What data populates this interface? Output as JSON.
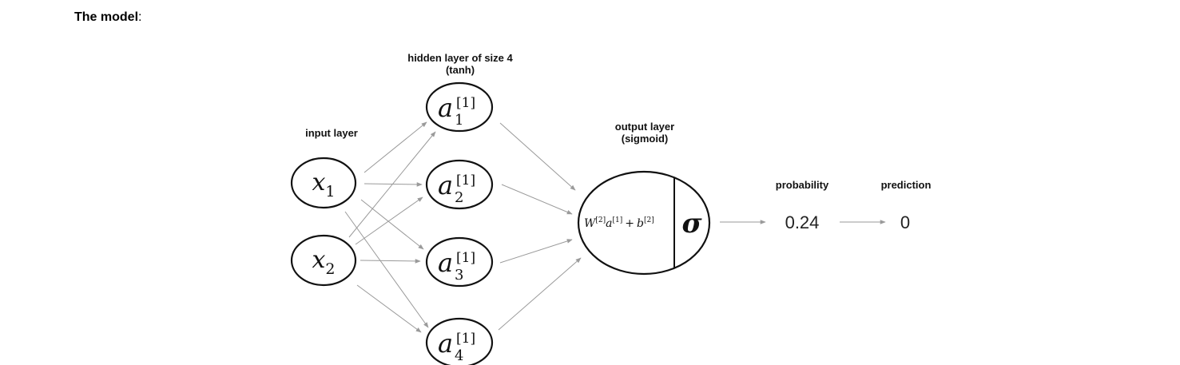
{
  "heading": {
    "bold_text": "The model",
    "suffix": ":"
  },
  "diagram": {
    "labels": {
      "input_layer": "input layer",
      "hidden_layer": "hidden layer of size 4",
      "hidden_activation": "(tanh)",
      "output_layer": "output layer",
      "output_activation": "(sigmoid)",
      "probability": "probability",
      "prediction": "prediction"
    },
    "inputs": [
      {
        "symbol": "x",
        "index": "1"
      },
      {
        "symbol": "x",
        "index": "2"
      }
    ],
    "hidden_units": [
      {
        "symbol": "a",
        "superscript": "[1]",
        "index": "1"
      },
      {
        "symbol": "a",
        "superscript": "[1]",
        "index": "2"
      },
      {
        "symbol": "a",
        "superscript": "[1]",
        "index": "3"
      },
      {
        "symbol": "a",
        "superscript": "[1]",
        "index": "4"
      }
    ],
    "output_unit": {
      "linear": {
        "w": "W",
        "w_sup": "[2]",
        "a": "a",
        "a_sup": "[1]",
        "plus": "+",
        "b": "b",
        "b_sup": "[2]"
      },
      "activation_symbol": "σ"
    },
    "probability_value": "0.24",
    "prediction_value": "0"
  }
}
